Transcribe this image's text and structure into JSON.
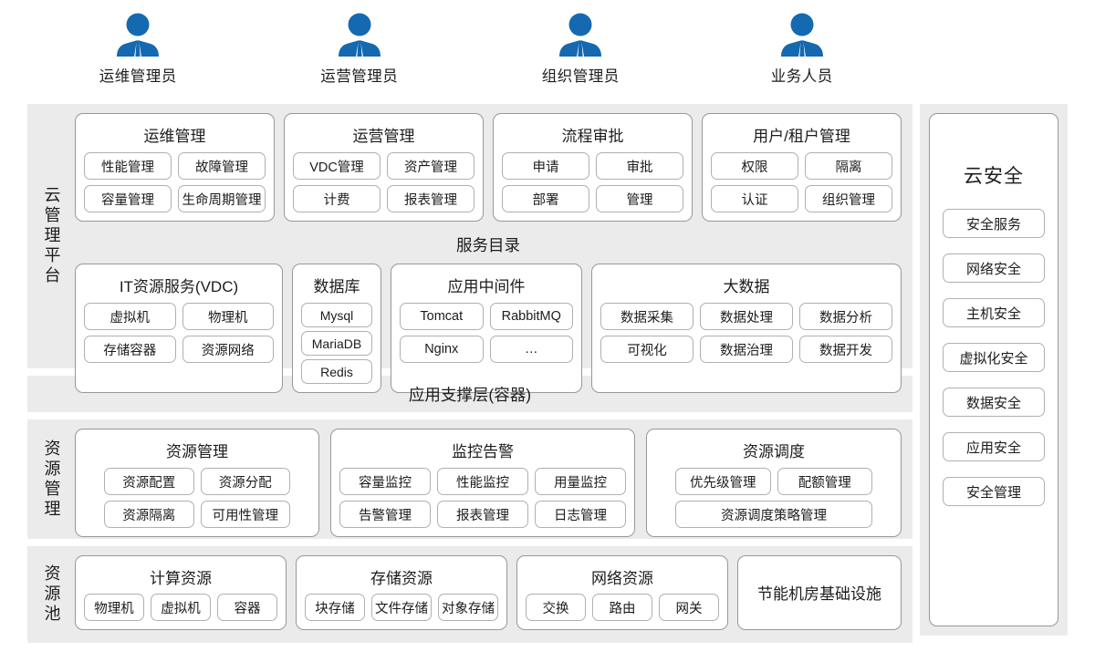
{
  "colors": {
    "actor_blue": "#1469b0",
    "band_bg": "#ebebeb",
    "card_border": "#9b9793",
    "chip_border": "#b3afac"
  },
  "actors": [
    {
      "icon": "businessman-icon",
      "label": "运维管理员"
    },
    {
      "icon": "businessman-icon",
      "label": "运营管理员"
    },
    {
      "icon": "businessman-icon",
      "label": "组织管理员"
    },
    {
      "icon": "businessman-icon",
      "label": "业务人员"
    }
  ],
  "bands": {
    "cloud_platform": {
      "label": "云管理平台"
    },
    "resource_management": {
      "label": "资源管理"
    },
    "resource_pool": {
      "label": "资源池"
    }
  },
  "management_row": [
    {
      "title": "运维管理",
      "rows": [
        [
          "性能管理",
          "故障管理"
        ],
        [
          "容量管理",
          "生命周期管理"
        ]
      ]
    },
    {
      "title": "运营管理",
      "rows": [
        [
          "VDC管理",
          "资产管理"
        ],
        [
          "计费",
          "报表管理"
        ]
      ]
    },
    {
      "title": "流程审批",
      "rows": [
        [
          "申请",
          "审批"
        ],
        [
          "部署",
          "管理"
        ]
      ]
    },
    {
      "title": "用户/租户管理",
      "rows": [
        [
          "权限",
          "隔离"
        ],
        [
          "认证",
          "组织管理"
        ]
      ]
    }
  ],
  "service_catalog": {
    "title": "服务目录",
    "cards": [
      {
        "title": "IT资源服务(VDC)",
        "rows": [
          [
            "虚拟机",
            "物理机"
          ],
          [
            "存储容器",
            "资源网络"
          ]
        ]
      },
      {
        "title": "数据库",
        "rows": [
          [
            "Mysql"
          ],
          [
            "MariaDB"
          ],
          [
            "Redis"
          ]
        ]
      },
      {
        "title": "应用中间件",
        "rows": [
          [
            "Tomcat",
            "RabbitMQ"
          ],
          [
            "Nginx",
            "…"
          ]
        ]
      },
      {
        "title": "大数据",
        "rows": [
          [
            "数据采集",
            "数据处理",
            "数据分析"
          ],
          [
            "可视化",
            "数据治理",
            "数据开发"
          ]
        ]
      }
    ]
  },
  "support_layer": {
    "label": "应用支撑层(容器)"
  },
  "resource_row": [
    {
      "title": "资源管理",
      "rows": [
        [
          "资源配置",
          "资源分配"
        ],
        [
          "资源隔离",
          "可用性管理"
        ]
      ]
    },
    {
      "title": "监控告警",
      "rows": [
        [
          "容量监控",
          "性能监控",
          "用量监控"
        ],
        [
          "告警管理",
          "报表管理",
          "日志管理"
        ]
      ]
    },
    {
      "title": "资源调度",
      "rows": [
        [
          "优先级管理",
          "配额管理"
        ],
        [
          "资源调度策略管理"
        ]
      ]
    }
  ],
  "pool_row": [
    {
      "title": "计算资源",
      "rows": [
        [
          "物理机",
          "虚拟机",
          "容器"
        ]
      ]
    },
    {
      "title": "存储资源",
      "rows": [
        [
          "块存储",
          "文件存储",
          "对象存储"
        ]
      ]
    },
    {
      "title": "网络资源",
      "rows": [
        [
          "交换",
          "路由",
          "网关"
        ]
      ]
    }
  ],
  "pool_idc": {
    "label": "节能机房基础设施"
  },
  "security": {
    "title": "云安全",
    "items": [
      "安全服务",
      "网络安全",
      "主机安全",
      "虚拟化安全",
      "数据安全",
      "应用安全",
      "安全管理"
    ]
  }
}
